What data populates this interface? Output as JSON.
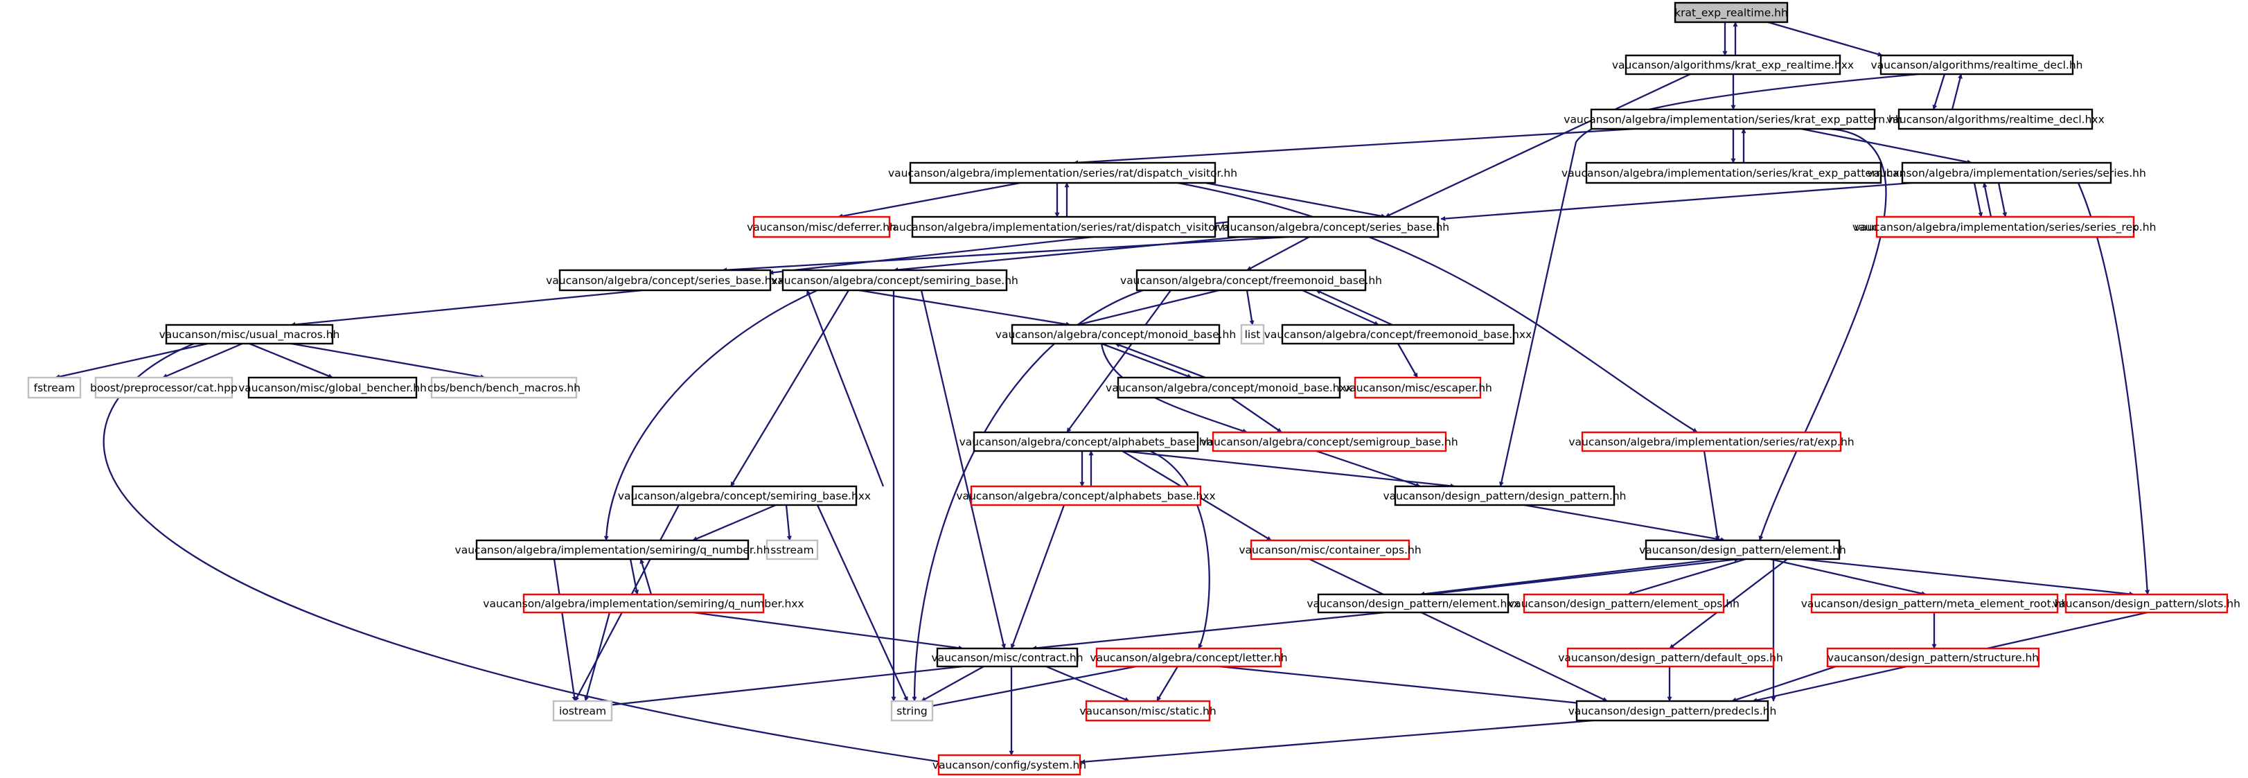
{
  "colors": {
    "edge": "#191970",
    "normal_border": "#000000",
    "missing_border": "#ff0000",
    "system_border": "#bfbfbf",
    "root_fill": "#bfbfbf",
    "fill": "#ffffff"
  },
  "nodes": [
    {
      "id": "root",
      "label": "krat_exp_realtime.hh",
      "kind": "root"
    },
    {
      "id": "alg_krat_hxx",
      "label": "vaucanson/algorithms/krat_exp_realtime.hxx",
      "kind": "normal"
    },
    {
      "id": "alg_rt_decl",
      "label": "vaucanson/algorithms/realtime_decl.hh",
      "kind": "normal"
    },
    {
      "id": "alg_rt_decl_hxx",
      "label": "vaucanson/algorithms/realtime_decl.hxx",
      "kind": "normal"
    },
    {
      "id": "kep_hh",
      "label": "vaucanson/algebra/implementation/series/krat_exp_pattern.hh",
      "kind": "normal"
    },
    {
      "id": "kep_hxx",
      "label": "vaucanson/algebra/implementation/series/krat_exp_pattern.hxx",
      "kind": "normal"
    },
    {
      "id": "dv_hh",
      "label": "vaucanson/algebra/implementation/series/rat/dispatch_visitor.hh",
      "kind": "normal"
    },
    {
      "id": "dv_hxx",
      "label": "vaucanson/algebra/implementation/series/rat/dispatch_visitor.hxx",
      "kind": "normal"
    },
    {
      "id": "deferrer",
      "label": "vaucanson/misc/deferrer.hh",
      "kind": "missing"
    },
    {
      "id": "series_hh",
      "label": "vaucanson/algebra/implementation/series/series.hh",
      "kind": "normal"
    },
    {
      "id": "series_hxx",
      "label": "vaucanson/algebra/implementation/series/series.hxx",
      "kind": "missing"
    },
    {
      "id": "series_rep",
      "label": "vaucanson/algebra/implementation/series/series_rep.hh",
      "kind": "missing"
    },
    {
      "id": "sb_hh",
      "label": "vaucanson/algebra/concept/series_base.hh",
      "kind": "normal"
    },
    {
      "id": "sb_hxx",
      "label": "vaucanson/algebra/concept/series_base.hxx",
      "kind": "normal"
    },
    {
      "id": "srb_hh",
      "label": "vaucanson/algebra/concept/semiring_base.hh",
      "kind": "normal"
    },
    {
      "id": "fmb_hh",
      "label": "vaucanson/algebra/concept/freemonoid_base.hh",
      "kind": "normal"
    },
    {
      "id": "list",
      "label": "list",
      "kind": "system"
    },
    {
      "id": "fmb_hxx",
      "label": "vaucanson/algebra/concept/freemonoid_base.hxx",
      "kind": "normal"
    },
    {
      "id": "escaper",
      "label": "vaucanson/misc/escaper.hh",
      "kind": "missing"
    },
    {
      "id": "usual_macros",
      "label": "vaucanson/misc/usual_macros.hh",
      "kind": "normal"
    },
    {
      "id": "fstream",
      "label": "fstream",
      "kind": "system"
    },
    {
      "id": "boost_cat",
      "label": "boost/preprocessor/cat.hpp",
      "kind": "system"
    },
    {
      "id": "global_bencher",
      "label": "vaucanson/misc/global_bencher.hh",
      "kind": "normal"
    },
    {
      "id": "cbs_macros",
      "label": "cbs/bench/bench_macros.hh",
      "kind": "system"
    },
    {
      "id": "mb_hh",
      "label": "vaucanson/algebra/concept/monoid_base.hh",
      "kind": "normal"
    },
    {
      "id": "mb_hxx",
      "label": "vaucanson/algebra/concept/monoid_base.hxx",
      "kind": "normal"
    },
    {
      "id": "sgb_hh",
      "label": "vaucanson/algebra/concept/semigroup_base.hh",
      "kind": "missing"
    },
    {
      "id": "ab_hh",
      "label": "vaucanson/algebra/concept/alphabets_base.hh",
      "kind": "normal"
    },
    {
      "id": "ab_hxx",
      "label": "vaucanson/algebra/concept/alphabets_base.hxx",
      "kind": "missing"
    },
    {
      "id": "rat_exp",
      "label": "vaucanson/algebra/implementation/series/rat/exp.hh",
      "kind": "missing"
    },
    {
      "id": "dp_hh",
      "label": "vaucanson/design_pattern/design_pattern.hh",
      "kind": "normal"
    },
    {
      "id": "srb_hxx",
      "label": "vaucanson/algebra/concept/semiring_base.hxx",
      "kind": "normal"
    },
    {
      "id": "sstream",
      "label": "sstream",
      "kind": "system"
    },
    {
      "id": "qn_hh",
      "label": "vaucanson/algebra/implementation/semiring/q_number.hh",
      "kind": "normal"
    },
    {
      "id": "qn_hxx",
      "label": "vaucanson/algebra/implementation/semiring/q_number.hxx",
      "kind": "missing"
    },
    {
      "id": "container_ops",
      "label": "vaucanson/misc/container_ops.hh",
      "kind": "missing"
    },
    {
      "id": "elem_hh",
      "label": "vaucanson/design_pattern/element.hh",
      "kind": "normal"
    },
    {
      "id": "elem_hxx",
      "label": "vaucanson/design_pattern/element.hxx",
      "kind": "normal"
    },
    {
      "id": "elem_ops",
      "label": "vaucanson/design_pattern/element_ops.hh",
      "kind": "missing"
    },
    {
      "id": "meta_root",
      "label": "vaucanson/design_pattern/meta_element_root.hh",
      "kind": "missing"
    },
    {
      "id": "slots",
      "label": "vaucanson/design_pattern/slots.hh",
      "kind": "missing"
    },
    {
      "id": "contract",
      "label": "vaucanson/misc/contract.hh",
      "kind": "normal"
    },
    {
      "id": "letter",
      "label": "vaucanson/algebra/concept/letter.hh",
      "kind": "missing"
    },
    {
      "id": "default_ops",
      "label": "vaucanson/design_pattern/default_ops.hh",
      "kind": "missing"
    },
    {
      "id": "structure",
      "label": "vaucanson/design_pattern/structure.hh",
      "kind": "missing"
    },
    {
      "id": "iostream",
      "label": "iostream",
      "kind": "system"
    },
    {
      "id": "string",
      "label": "string",
      "kind": "system"
    },
    {
      "id": "static",
      "label": "vaucanson/misc/static.hh",
      "kind": "missing"
    },
    {
      "id": "predecls",
      "label": "vaucanson/design_pattern/predecls.hh",
      "kind": "normal"
    },
    {
      "id": "system",
      "label": "vaucanson/config/system.hh",
      "kind": "missing"
    }
  ]
}
